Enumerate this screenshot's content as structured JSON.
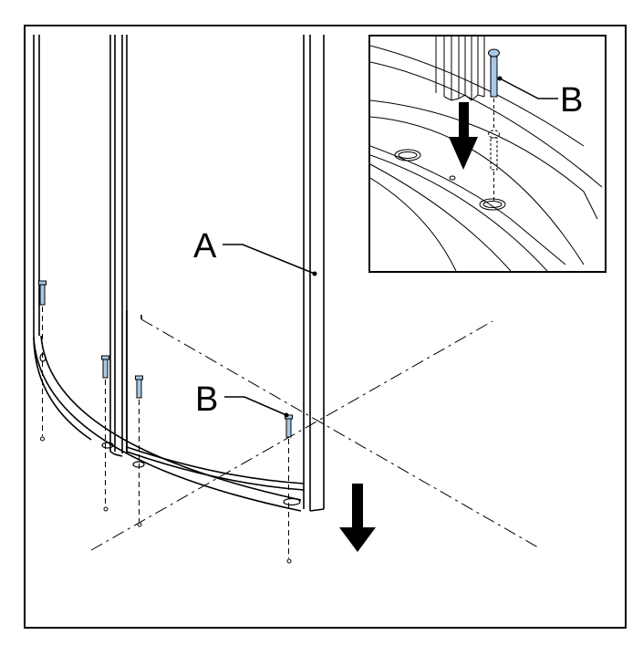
{
  "labels": {
    "panel": "A",
    "pin_main": "B",
    "pin_inset": "B"
  },
  "colors": {
    "line": "#000000",
    "pin_fill": "#a8c8e8",
    "background": "#ffffff"
  },
  "icons": {
    "main_arrow": "down-arrow-icon",
    "inset_arrow": "down-arrow-icon"
  }
}
